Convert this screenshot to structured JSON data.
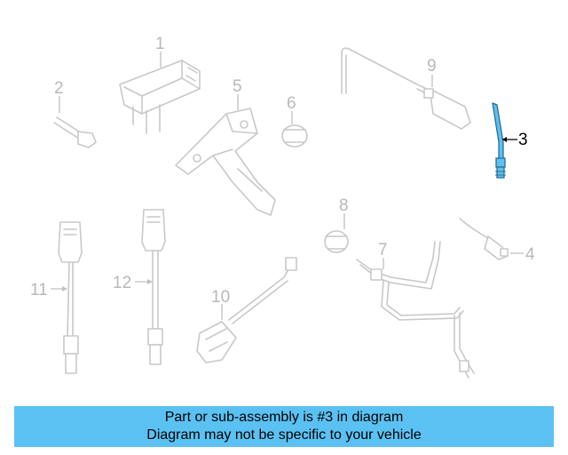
{
  "diagram": {
    "callouts": [
      "1",
      "2",
      "3",
      "4",
      "5",
      "6",
      "7",
      "8",
      "9",
      "10",
      "11",
      "12"
    ],
    "highlighted_callout": "3",
    "highlight_color": "#5bc1f2",
    "part_color": "#c8c8c8"
  },
  "banner": {
    "line1": "Part or sub-assembly is #3 in diagram",
    "line2": "Diagram may not be specific to your vehicle",
    "background": "#5bc1f2"
  }
}
